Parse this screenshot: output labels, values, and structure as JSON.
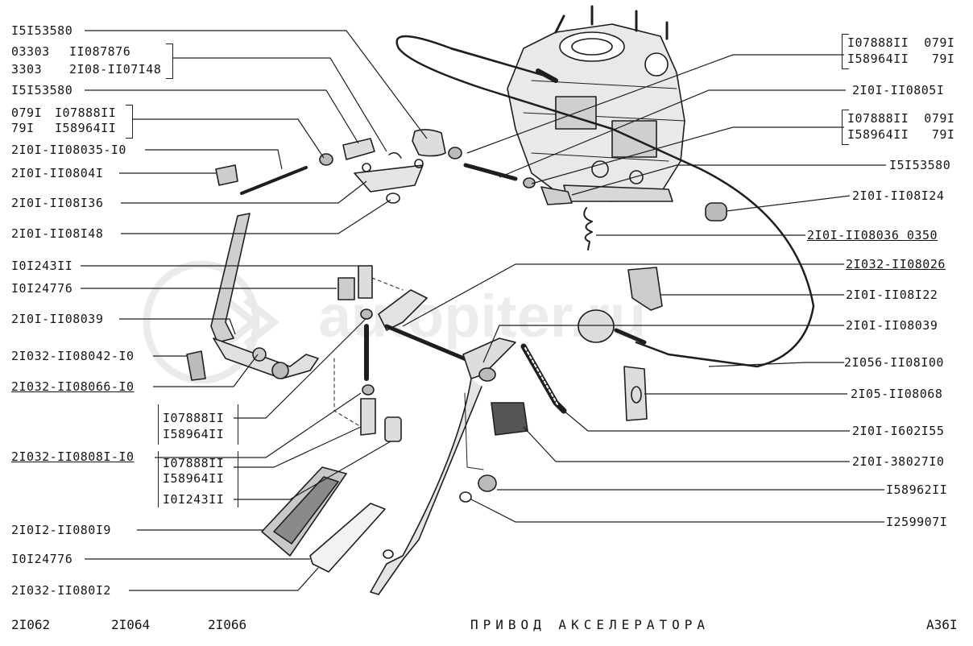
{
  "left_labels": [
    "I5I53580",
    "03303",
    "3303",
    "I5I53580",
    "079I",
    "79I",
    "2I0I-II08035-I0",
    "2I0I-II0804I",
    "2I0I-II08I36",
    "2I0I-II08I48",
    "I0I243II",
    "I0I24776",
    "2I0I-II08039",
    "2I032-II08042-I0",
    "2I032-II08066-I0",
    "2I032-II0808I-I0",
    "2I0I2-II080I9",
    "I0I24776",
    "2I032-II080I2"
  ],
  "left_bracket_a": [
    "II087876",
    "2I08-II07I48"
  ],
  "left_bracket_b": [
    "I07888II",
    "I58964II"
  ],
  "center_bracket_1": [
    "I07888II",
    "I58964II"
  ],
  "center_bracket_2": [
    "I07888II",
    "I58964II",
    "I0I243II"
  ],
  "right_labels": [
    "2I0I-II0805I",
    "I5I53580",
    "2I0I-II08I24",
    "2I0I-II08036 0350",
    "2I032-II08026",
    "2I0I-II08I22",
    "2I0I-II08039",
    "2I056-II08I00",
    "2I05-II08068",
    "2I0I-I602I55",
    "2I0I-38027I0",
    "I58962II",
    "I259907I"
  ],
  "right_bracket_1": [
    "I07888II  079I",
    "I58964II   79I"
  ],
  "right_bracket_2": [
    "I07888II  079I",
    "I58964II   79I"
  ],
  "footer": {
    "models": [
      "2I062",
      "2I064",
      "2I066"
    ],
    "title": "ПРИВОД АКСЕЛЕРАТОРА",
    "page_code": "А36I"
  },
  "watermark": "autopiter.ru"
}
